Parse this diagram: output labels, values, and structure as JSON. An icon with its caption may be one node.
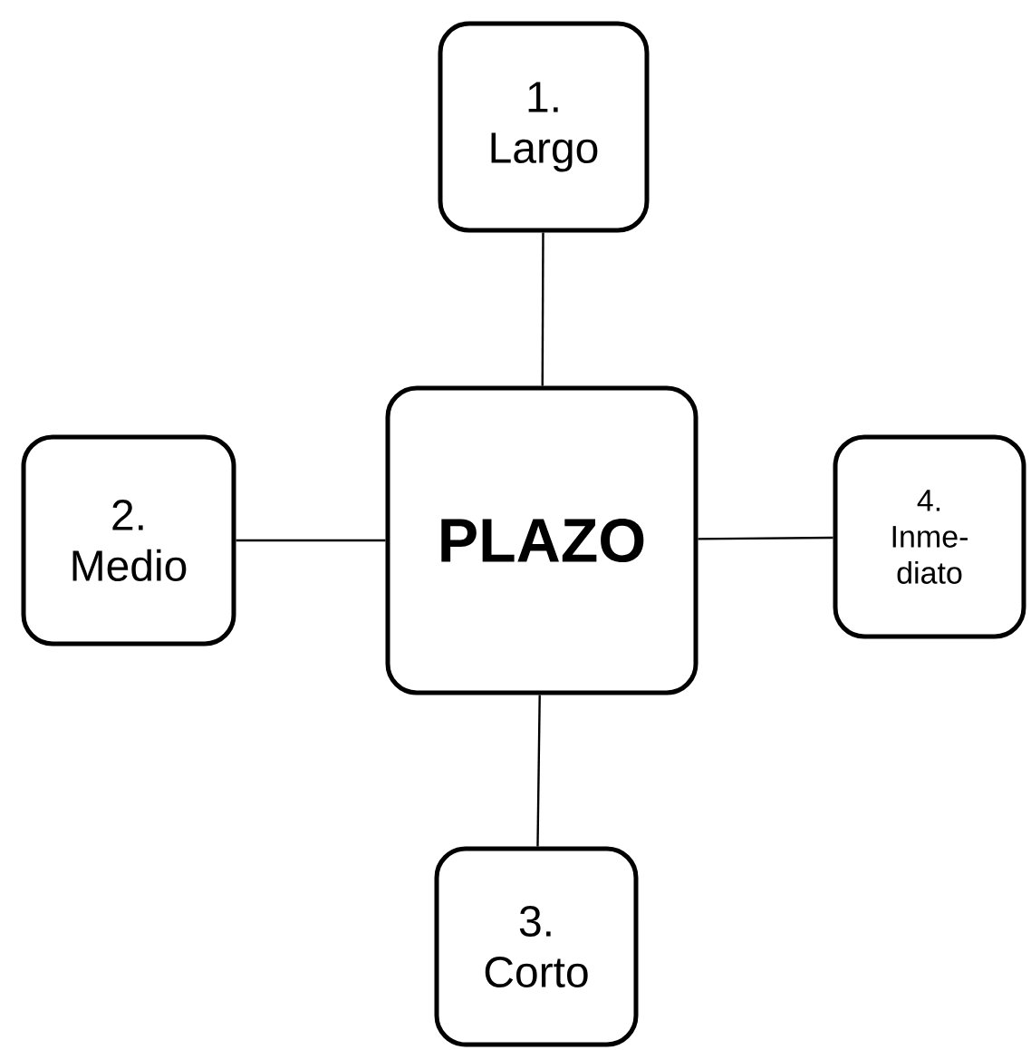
{
  "diagram": {
    "nodes": [
      {
        "text": [
          "1. Largo"
        ]
      },
      {
        "text": [
          "2. Medio"
        ]
      },
      {
        "text": [
          "PLAZO"
        ]
      },
      {
        "text": [
          "4. Inme-diato"
        ]
      },
      {
        "text": [
          "3. Corto"
        ]
      }
    ],
    "edges": [
      {
        "from": 2,
        "to": 0,
        "arrow": "none"
      },
      {
        "from": 2,
        "to": 1,
        "arrow": "none"
      },
      {
        "from": 2,
        "to": 3,
        "arrow": "none"
      },
      {
        "from": 2,
        "to": 4,
        "arrow": "none"
      }
    ]
  }
}
